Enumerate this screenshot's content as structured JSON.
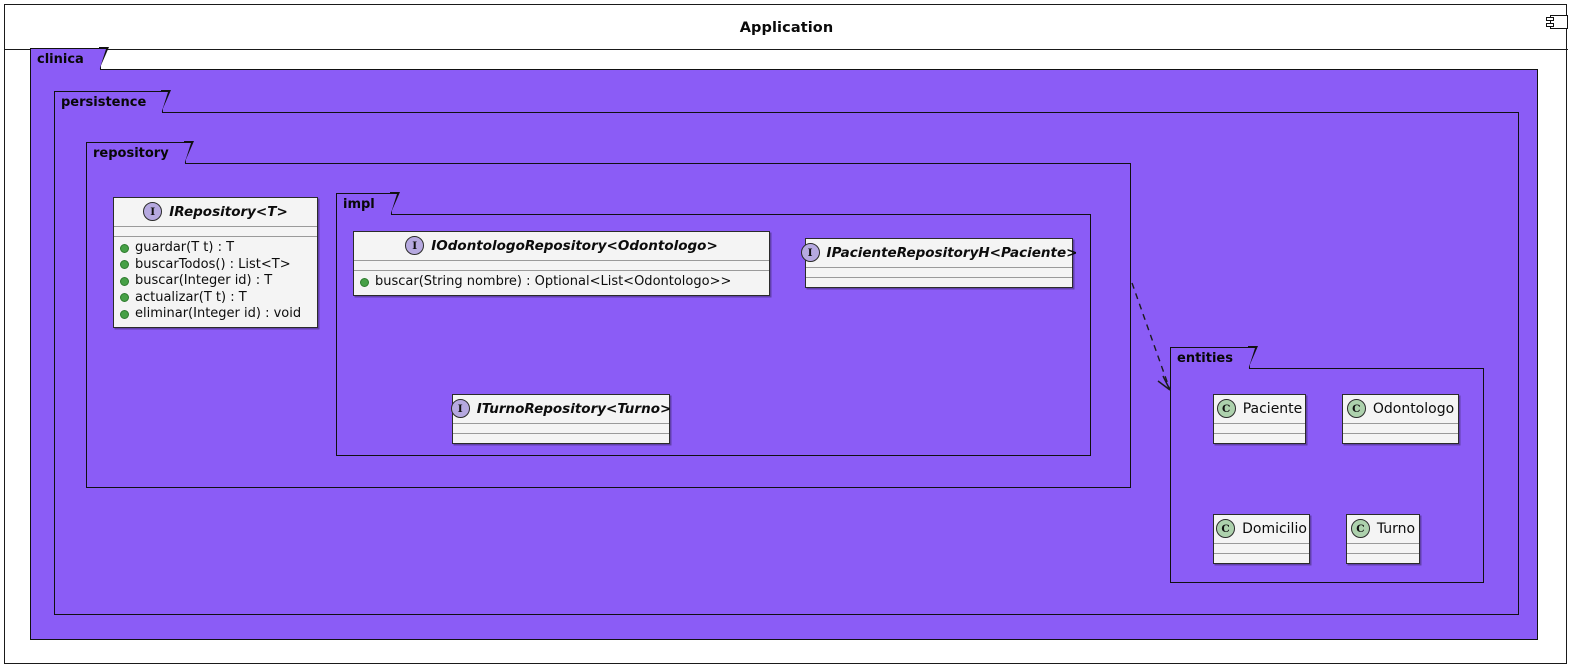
{
  "diagram": {
    "title": "Application",
    "corner_icon": "component-icon",
    "background_color": "#ffffff",
    "package_fill": "#8B5CF6",
    "class_fill": "#F4F4F4",
    "interface_icon_color": "#B6A9E0",
    "class_icon_color": "#ADD1AD",
    "visibility_public_color": "#46A046"
  },
  "packages": {
    "clinica": {
      "label": "clinica"
    },
    "persistence": {
      "label": "persistence"
    },
    "repository": {
      "label": "repository"
    },
    "impl": {
      "label": "impl"
    },
    "entities": {
      "label": "entities"
    }
  },
  "classes": {
    "irepository": {
      "stereotype": "I",
      "name": "IRepository<T>",
      "methods": [
        "guardar(T t) : T",
        "buscarTodos() : List<T>",
        "buscar(Integer id) : T",
        "actualizar(T t) : T",
        "eliminar(Integer id) : void"
      ]
    },
    "iodontologorepository": {
      "stereotype": "I",
      "name": "IOdontologoRepository<Odontologo>",
      "methods": [
        "buscar(String nombre) : Optional<List<Odontologo>>"
      ]
    },
    "ipacienterepositoryh": {
      "stereotype": "I",
      "name": "IPacienteRepositoryH<Paciente>",
      "methods": []
    },
    "iturnorepository": {
      "stereotype": "I",
      "name": "ITurnoRepository<Turno>",
      "methods": []
    },
    "paciente": {
      "stereotype": "C",
      "name": "Paciente",
      "methods": []
    },
    "odontologo": {
      "stereotype": "C",
      "name": "Odontologo",
      "methods": []
    },
    "domicilio": {
      "stereotype": "C",
      "name": "Domicilio",
      "methods": []
    },
    "turno": {
      "stereotype": "C",
      "name": "Turno",
      "methods": []
    }
  },
  "relations": [
    {
      "type": "dependency",
      "style": "dashed",
      "from": "ipacienterepositoryh",
      "to": "entities",
      "arrowhead": "open"
    }
  ]
}
